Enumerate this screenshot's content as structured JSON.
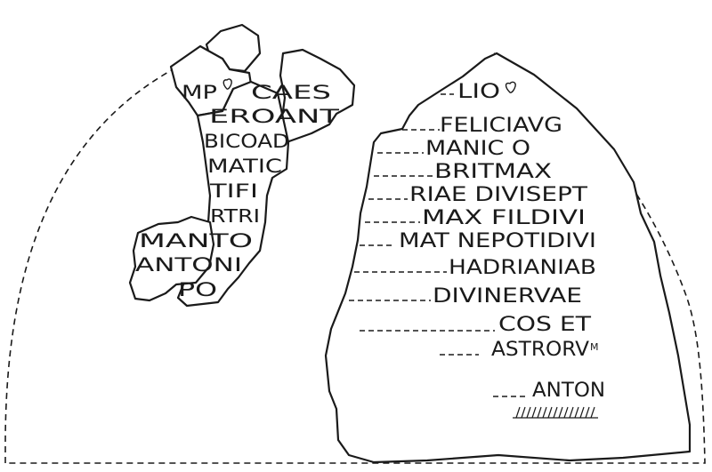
{
  "left_fragment_lines": [
    "MP",
    "CAES",
    "EROANT",
    "BICOAD",
    "MATIC",
    "TIFI",
    "RTRI",
    "MANTO",
    "ANTONI",
    "PO"
  ],
  "right_fragment_lines": [
    "LIO",
    "FELICIAVG",
    "MANIC O",
    "BRITMAX",
    "RIAE DIVISEPT",
    "MAX FILDIVI",
    "MAT NEPOTIDIVI",
    "HADRIANIAB",
    "DIVINERVAE",
    "COS ET",
    "ASTRORV",
    "M",
    "ANTON"
  ],
  "colors": {
    "ink": "#1a1a1a",
    "stone": "#ffffff"
  }
}
